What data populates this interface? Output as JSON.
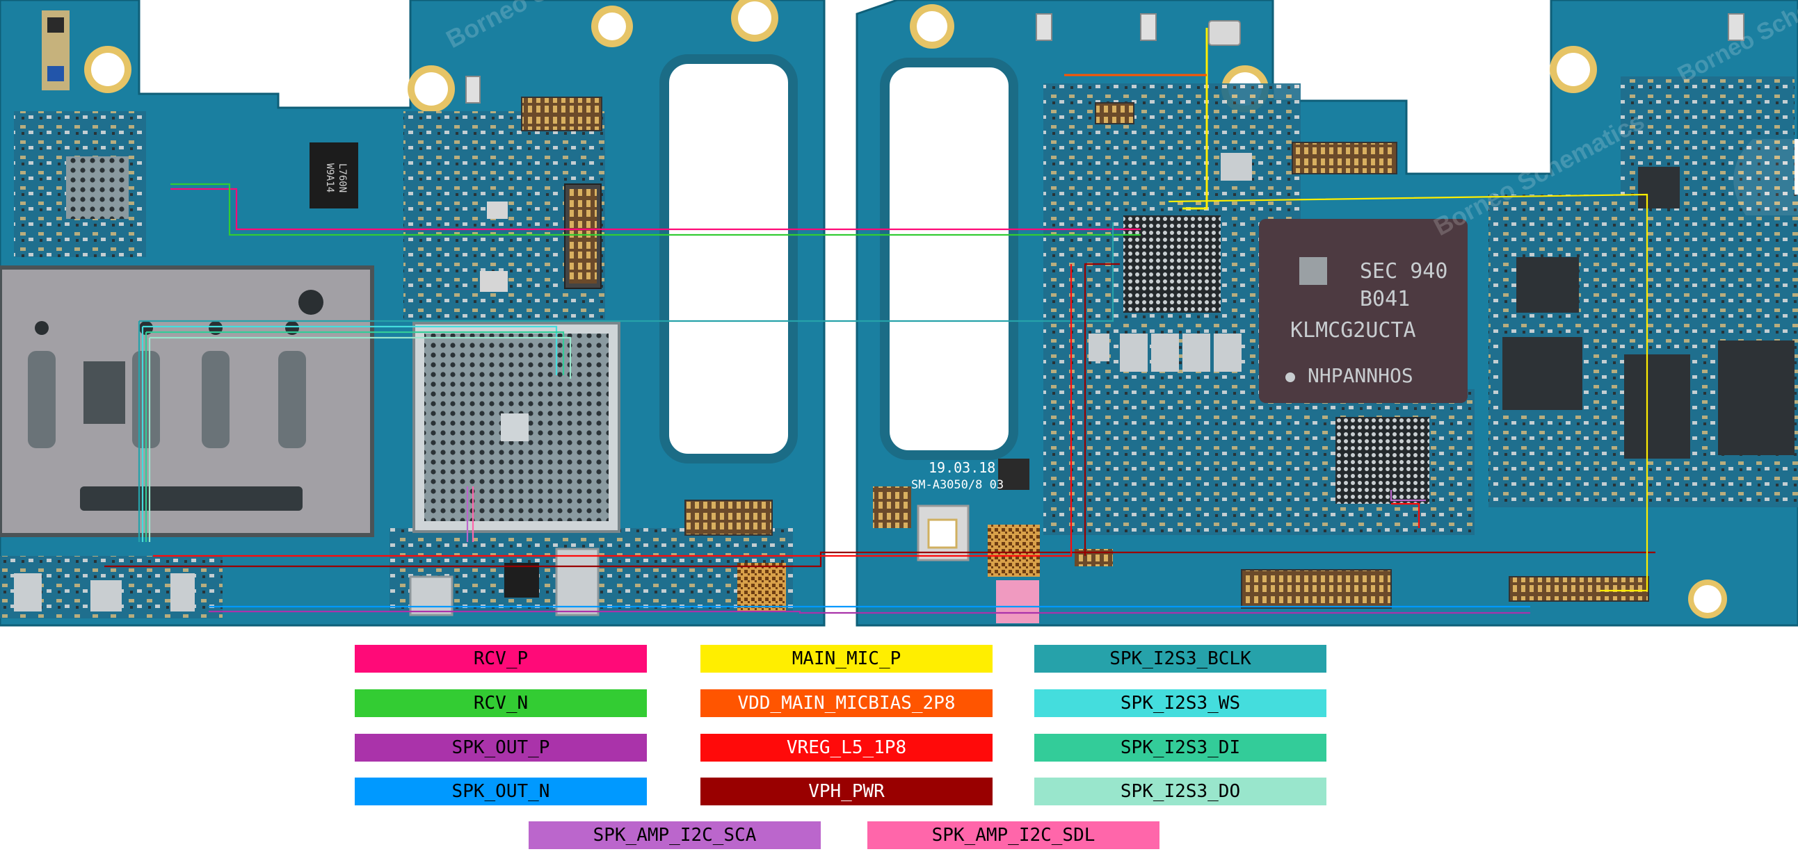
{
  "boards": {
    "left": {
      "watermark": "Borneo Schematics",
      "chip_markings": [
        "L760N",
        "W9A14"
      ]
    },
    "right": {
      "watermark": "Borneo Schematics",
      "date_code": "19.03.18",
      "model_code": "SM-A3050/8 03",
      "emmc_markings": [
        "SEC 940",
        "B041",
        "KLMCG2UCTA",
        "NHPANNHOS"
      ]
    }
  },
  "legend": [
    {
      "label": "RCV_P",
      "color": "#ff0a78",
      "text_color": "#000000"
    },
    {
      "label": "MAIN_MIC_P",
      "color": "#ffee00",
      "text_color": "#000000"
    },
    {
      "label": "SPK_I2S3_BCLK",
      "color": "#26a2aa",
      "text_color": "#000000"
    },
    {
      "label": "RCV_N",
      "color": "#33cc33",
      "text_color": "#000000"
    },
    {
      "label": "VDD_MAIN_MICBIAS_2P8",
      "color": "#ff5500",
      "text_color": "#ffffff"
    },
    {
      "label": "SPK_I2S3_WS",
      "color": "#44dddd",
      "text_color": "#000000"
    },
    {
      "label": "SPK_OUT_P",
      "color": "#aa33aa",
      "text_color": "#000000"
    },
    {
      "label": "VREG_L5_1P8",
      "color": "#ff0a0a",
      "text_color": "#ffffff"
    },
    {
      "label": "SPK_I2S3_DI",
      "color": "#33cc99",
      "text_color": "#000000"
    },
    {
      "label": "SPK_OUT_N",
      "color": "#0099ff",
      "text_color": "#000000"
    },
    {
      "label": "VPH_PWR",
      "color": "#990000",
      "text_color": "#ffffff"
    },
    {
      "label": "SPK_I2S3_DO",
      "color": "#99e6cc",
      "text_color": "#000000"
    },
    {
      "label": "SPK_AMP_I2C_SCA",
      "color": "#bb66cc",
      "text_color": "#000000"
    },
    {
      "label": "SPK_AMP_I2C_SDL",
      "color": "#ff66aa",
      "text_color": "#000000"
    }
  ]
}
